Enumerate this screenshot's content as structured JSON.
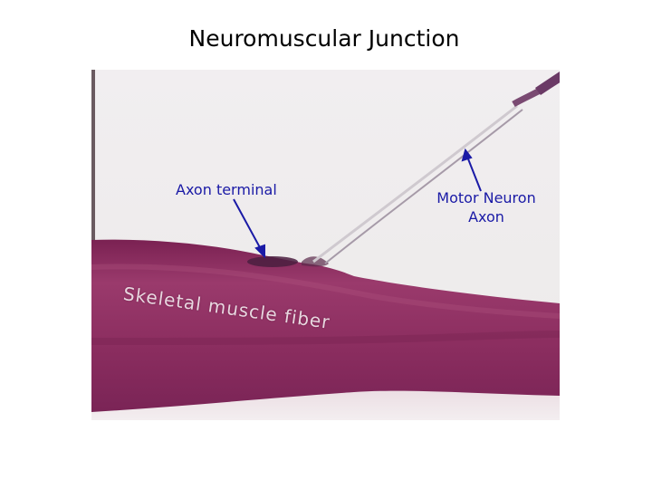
{
  "title": "Neuromuscular Junction",
  "labels": {
    "axon_terminal": "Axon terminal",
    "motor_neuron_line1": "Motor Neuron",
    "motor_neuron_line2": "Axon",
    "muscle_fiber": "Skeletal muscle fiber"
  },
  "colors": {
    "label_text": "#1a1aa6",
    "arrow": "#1a1aa6",
    "muscle_fiber": "#8a2a5c",
    "background_tissue": "#f4f0f2"
  }
}
